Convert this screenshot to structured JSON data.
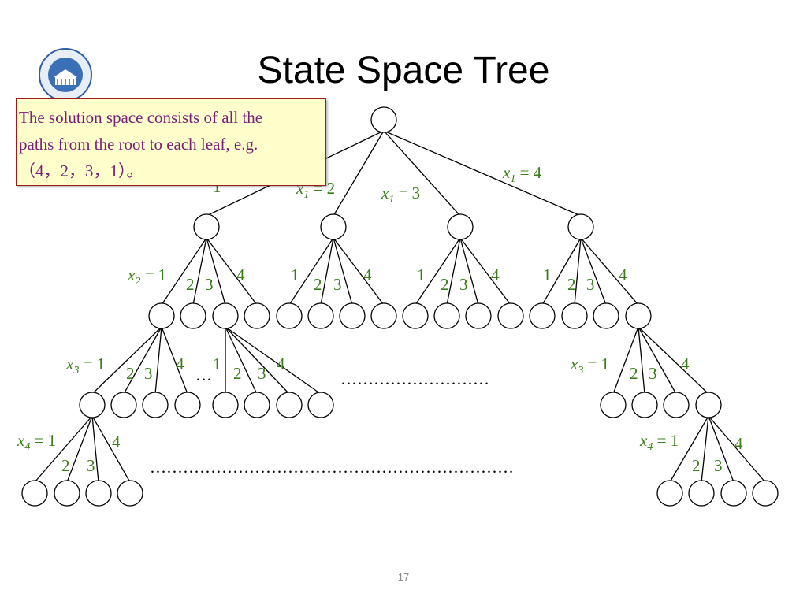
{
  "title": "State Space Tree",
  "note": {
    "line1": "The solution space consists of all the",
    "line2": "paths from the root to each leaf, e.g.",
    "line3": "（4，2，3，1）。"
  },
  "page_number": "17",
  "colors": {
    "label_green": "#3a7d1a",
    "note_text": "#7a1e7a",
    "note_bg": "#ffffcc",
    "note_border": "#9b1c1c"
  },
  "labels": {
    "x1_1": "1",
    "x1_2": "x1 = 2",
    "x1_3": "x1 = 3",
    "x1_4": "x1 = 4",
    "x2_1": "x2 = 1",
    "x3_1": "x3 = 1",
    "x4_1": "x4 = 1",
    "d1": "1",
    "d2": "2",
    "d3": "3",
    "d4": "4",
    "ellipsis_short": "…",
    "dots_mid": "………………………",
    "dots_long": "…………………………………………………………"
  }
}
